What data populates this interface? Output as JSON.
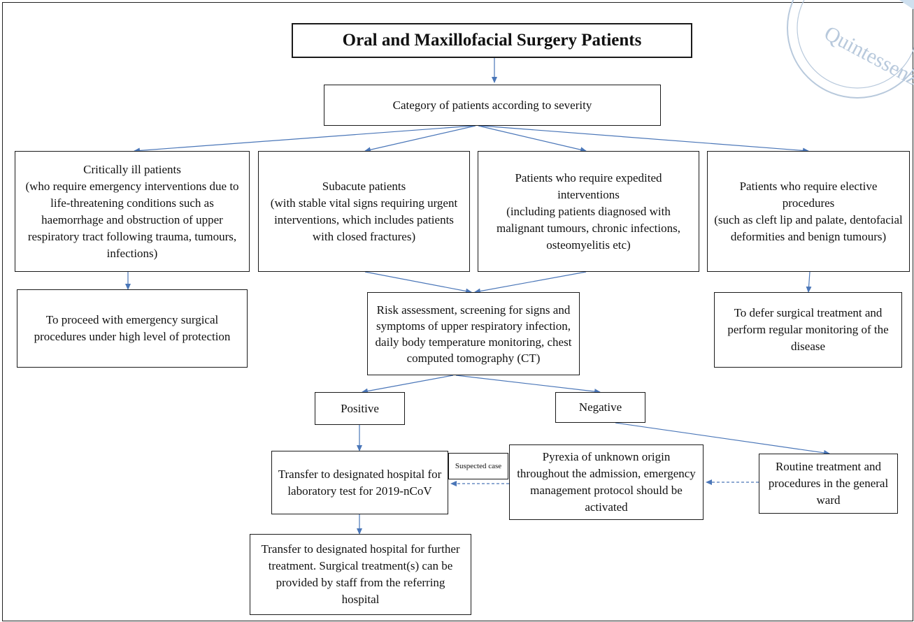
{
  "nodes": {
    "root": "Oral and Maxillofacial Surgery Patients",
    "category": "Category of patients according to severity",
    "critical": "Critically ill patients\n(who require emergency interventions due to life-threatening conditions such as haemorrhage and obstruction of upper respiratory tract following trauma, tumours, infections)",
    "subacute": "Subacute patients\n(with stable vital signs requiring urgent interventions, which includes patients with closed fractures)",
    "expedited": "Patients who require expedited interventions\n(including patients diagnosed with malignant tumours, chronic infections, osteomyelitis etc)",
    "elective": "Patients who require elective procedures\n(such as cleft lip and palate, dentofacial deformities and benign tumours)",
    "emergency_proc": "To proceed with emergency surgical procedures under high level of protection",
    "risk": "Risk assessment, screening for signs and symptoms of upper respiratory infection, daily body temperature monitoring, chest computed tomography (CT)",
    "defer": "To defer surgical treatment and perform regular monitoring of the disease",
    "positive": "Positive",
    "negative": "Negative",
    "transfer_lab": "Transfer to designated hospital for laboratory test for 2019-nCoV",
    "suspected": "Suspected case",
    "pyrexia": "Pyrexia of unknown origin throughout the admission, emergency management protocol should be activated",
    "routine": "Routine treatment and procedures in the general ward",
    "transfer_treat": "Transfer to designated hospital for further treatment. Surgical treatment(s) can be provided by staff from the referring hospital"
  },
  "watermark": "Quintessenz",
  "colors": {
    "arrow": "#4a76b8",
    "stamp": "#b8c9dc",
    "stamp_band": "#cfe0ef"
  }
}
